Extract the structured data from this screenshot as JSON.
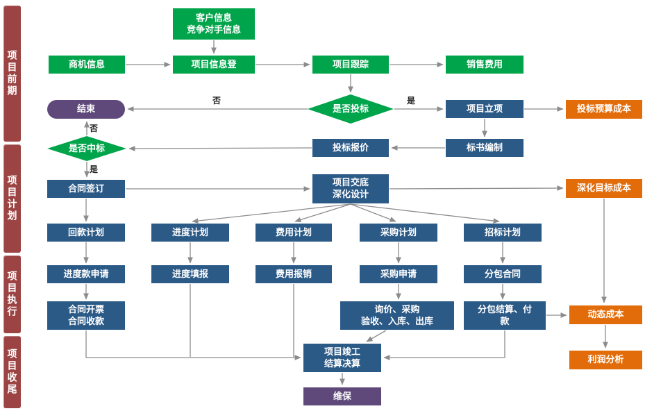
{
  "sidebar": {
    "sections": [
      {
        "label": "项目前期"
      },
      {
        "label": "项目计划"
      },
      {
        "label": "项目执行"
      },
      {
        "label": "项目收尾"
      }
    ]
  },
  "nodes": {
    "customer_info": {
      "line1": "客户信息",
      "line2": "竞争对手信息"
    },
    "biz_info": {
      "label": "商机信息"
    },
    "proj_info_reg": {
      "label": "项目信息登"
    },
    "proj_track": {
      "label": "项目跟踪"
    },
    "sales_expense": {
      "label": "销售费用"
    },
    "bid_decision": {
      "label": "是否投标"
    },
    "end": {
      "label": "结束"
    },
    "win_decision": {
      "label": "是否中标"
    },
    "proj_approval": {
      "label": "项目立项"
    },
    "bid_budget_cost": {
      "label": "投标预算成本"
    },
    "bid_quote": {
      "label": "投标报价"
    },
    "bid_doc": {
      "label": "标书编制"
    },
    "contract_sign": {
      "label": "合同签订"
    },
    "proj_handover": {
      "line1": "项目交底",
      "line2": "深化设计"
    },
    "detail_target_cost": {
      "label": "深化目标成本"
    },
    "payment_plan": {
      "label": "回款计划"
    },
    "schedule_plan": {
      "label": "进度计划"
    },
    "expense_plan": {
      "label": "费用计划"
    },
    "procurement_plan": {
      "label": "采购计划"
    },
    "tender_plan": {
      "label": "招标计划"
    },
    "progress_pay_apply": {
      "label": "进度款申请"
    },
    "progress_report": {
      "label": "进度填报"
    },
    "expense_reimburse": {
      "label": "费用报销"
    },
    "procurement_apply": {
      "label": "采购申请"
    },
    "subcontract": {
      "label": "分包合同"
    },
    "contract_invoice": {
      "line1": "合同开票",
      "line2": "合同收款"
    },
    "inquiry_procure": {
      "line1": "询价、采购",
      "line2": "验收、入库、出库"
    },
    "subcontract_settle": {
      "label": "分包结算、付款"
    },
    "dynamic_cost": {
      "label": "动态成本"
    },
    "profit_analysis": {
      "label": "利润分析"
    },
    "proj_completion": {
      "line1": "项目竣工",
      "line2": "结算决算"
    },
    "maintenance": {
      "label": "维保"
    }
  },
  "edge_labels": {
    "no_bid": "否",
    "yes_bid": "是",
    "no_win": "否",
    "yes_win": "是"
  },
  "colors": {
    "green": "#00A44A",
    "blue": "#2B5A87",
    "orange": "#E36C0A",
    "purple": "#5F497A",
    "maroon": "#9C4343",
    "arrow": "#8C8C8C"
  }
}
